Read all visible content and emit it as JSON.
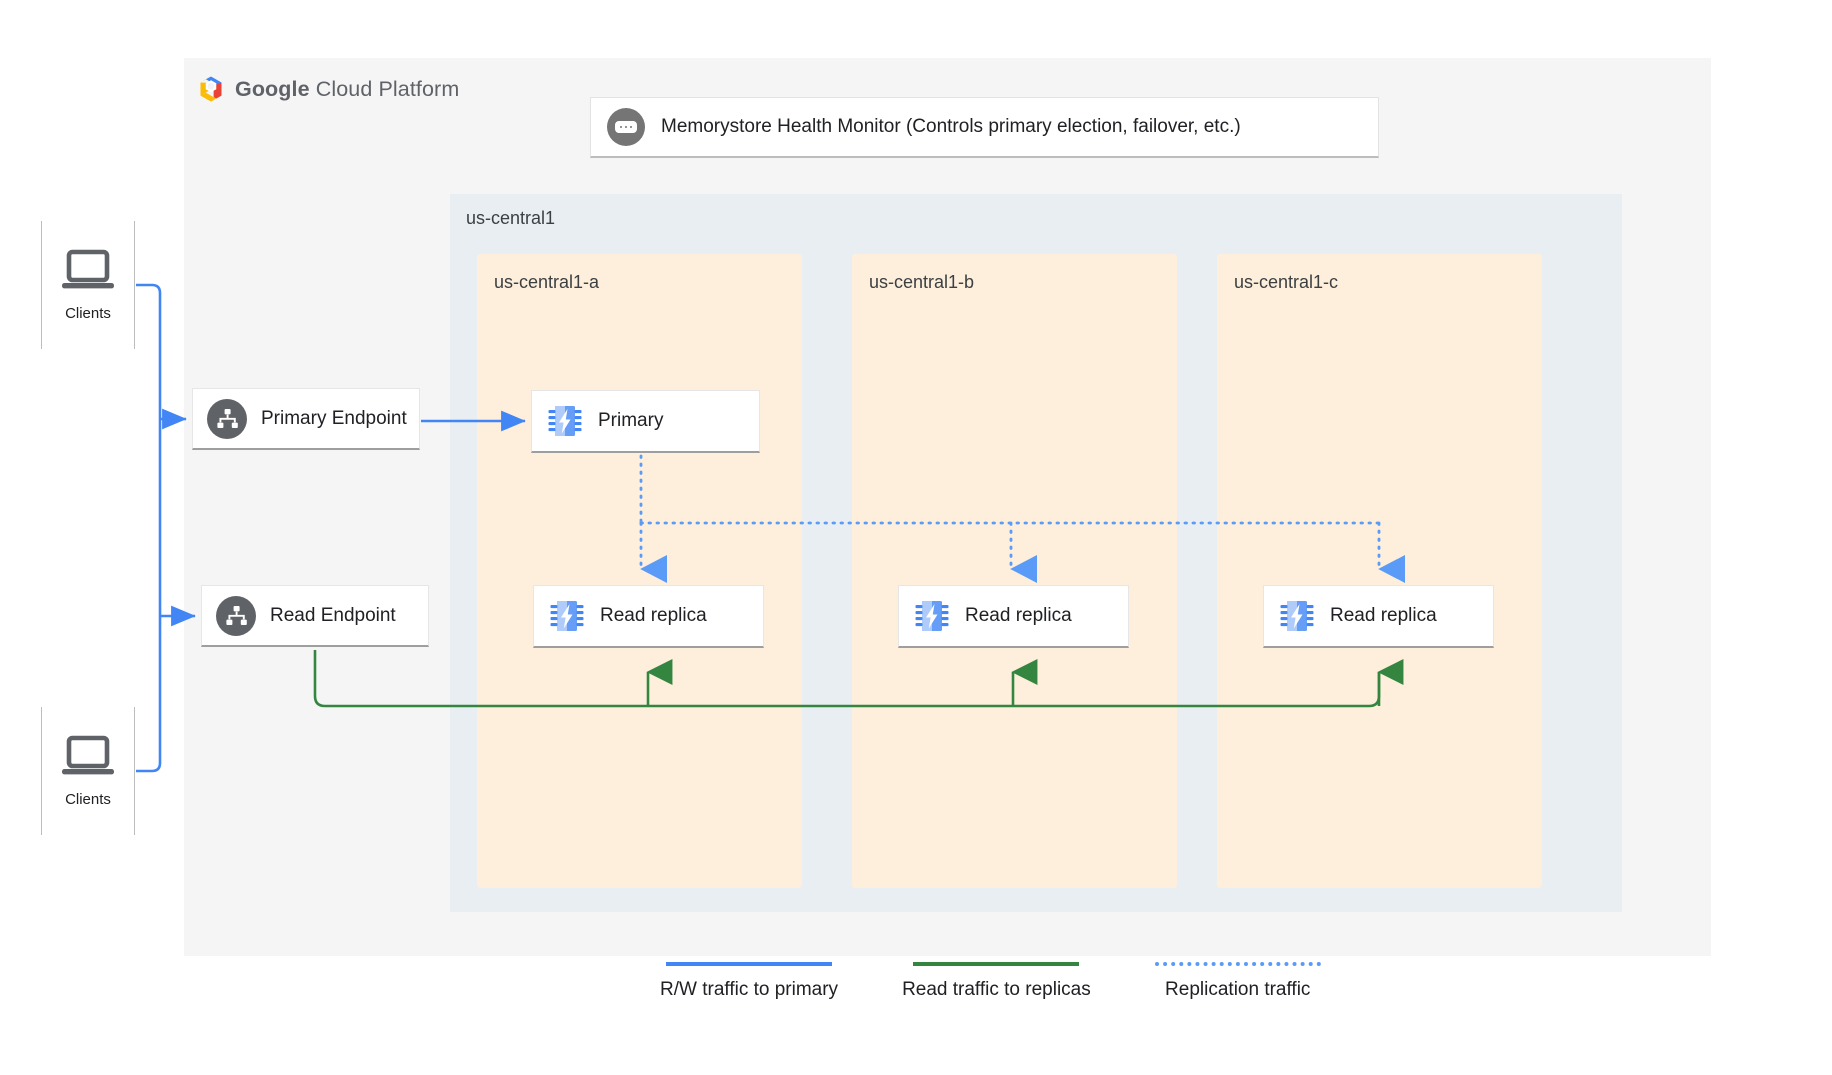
{
  "provider": {
    "logo_icon": "google-cloud-platform-hexagon-logo",
    "name_bold": "Google",
    "name_rest": " Cloud Platform"
  },
  "health_monitor": {
    "icon": "health-monitor-ellipsis-chip-icon",
    "label": "Memorystore Health Monitor (Controls primary election, failover, etc.)"
  },
  "region": {
    "label": "us-central1",
    "zones": [
      {
        "id": "a",
        "label": "us-central1-a"
      },
      {
        "id": "b",
        "label": "us-central1-b"
      },
      {
        "id": "c",
        "label": "us-central1-c"
      }
    ]
  },
  "clients": [
    {
      "icon": "laptop-icon",
      "label": "Clients"
    },
    {
      "icon": "laptop-icon",
      "label": "Clients"
    }
  ],
  "endpoints": [
    {
      "icon": "endpoint-hierarchy-icon",
      "label": "Primary Endpoint"
    },
    {
      "icon": "endpoint-hierarchy-icon",
      "label": "Read Endpoint"
    }
  ],
  "instances": {
    "primary": {
      "icon": "memorystore-chip-icon",
      "label": "Primary",
      "zone": "us-central1-a"
    },
    "replicas": [
      {
        "icon": "memorystore-chip-icon",
        "label": "Read replica",
        "zone": "us-central1-a"
      },
      {
        "icon": "memorystore-chip-icon",
        "label": "Read replica",
        "zone": "us-central1-b"
      },
      {
        "icon": "memorystore-chip-icon",
        "label": "Read replica",
        "zone": "us-central1-c"
      }
    ]
  },
  "legend": [
    {
      "style": "solid",
      "color": "#4285f4",
      "label": "R/W traffic to primary"
    },
    {
      "style": "solid",
      "color": "#34853f",
      "label": "Read traffic to replicas"
    },
    {
      "style": "dotted",
      "color": "#5b9bf8",
      "label": "Replication traffic"
    }
  ],
  "colors": {
    "card_bg": "#f5f5f5",
    "region_bg": "#e8eef2",
    "zone_bg": "#fdefdc",
    "traffic_blue": "#4285f4",
    "traffic_green": "#34853f",
    "replication_blue": "#5b9bf8",
    "icon_gray": "#5f6368"
  }
}
